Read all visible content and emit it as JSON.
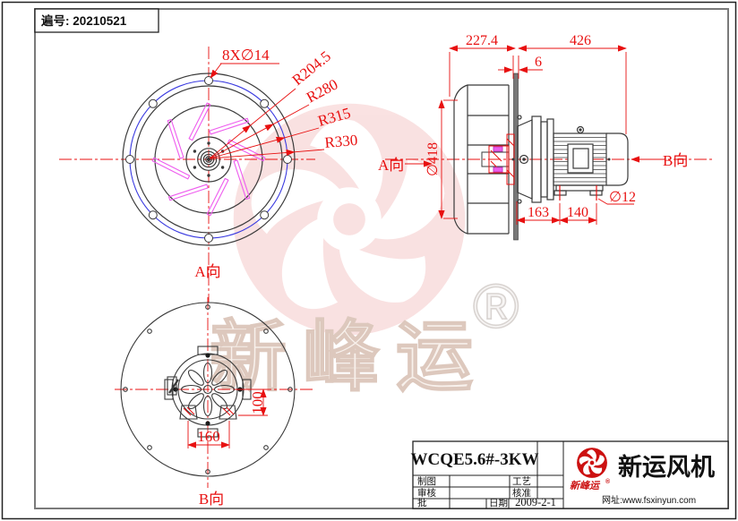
{
  "page": {
    "serial": "遍号: 20210521"
  },
  "front_view": {
    "hole_callout": "8X∅14",
    "radius_1": "R204.5",
    "radius_2": "R280",
    "radius_3": "R315",
    "radius_4": "R330",
    "view_label": "A向"
  },
  "side_view": {
    "width_left": "227.4",
    "width_right": "426",
    "plate_thickness": "6",
    "inlet_diameter": "∅418",
    "view_label_a": "A向",
    "view_label_b": "B向",
    "foot_span_1": "163",
    "foot_span_2": "140",
    "foot_hole": "∅12"
  },
  "bottom_view": {
    "foot_width": "160",
    "foot_height": "100",
    "view_label": "B向"
  },
  "title_block": {
    "model": "WCQE5.6#-3KW",
    "drawn": "制图",
    "process": "工艺",
    "checked": "审核",
    "approved": "核准",
    "ratify": "批",
    "date_label": "日期",
    "date": "2009-2-1",
    "company": "新运风机",
    "brand": "新峰运",
    "brand_reg": "®",
    "website": "网址:www.fsxinyun.com"
  },
  "watermark": {
    "brand": "新峰运",
    "reg": "®"
  },
  "colors": {
    "dimension_red": "#e81010",
    "outline_black": "#3a3a3a",
    "bolt_circle_blue": "#3a3ae0",
    "blade_magenta": "#ee5cee",
    "watermark_pink": "#f5caca",
    "logo_red": "#cc1111",
    "frame_gray": "#7a7a7a"
  }
}
